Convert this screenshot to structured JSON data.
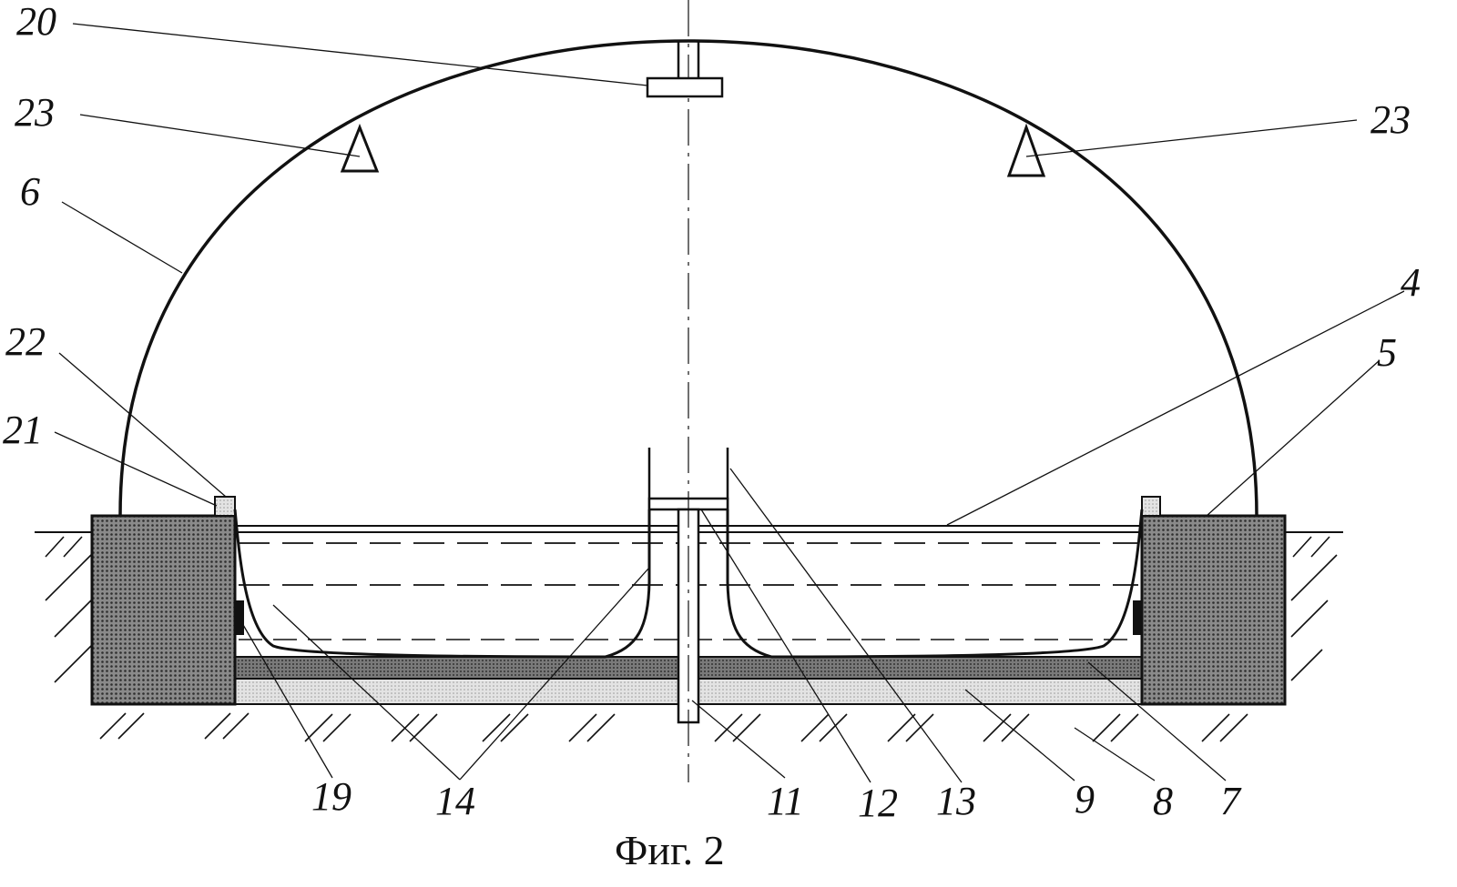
{
  "figure": {
    "caption": "Фиг. 2",
    "labels": [
      {
        "id": "20",
        "text": "20"
      },
      {
        "id": "23-left",
        "text": "23"
      },
      {
        "id": "23-right",
        "text": "23"
      },
      {
        "id": "6",
        "text": "6"
      },
      {
        "id": "4",
        "text": "4"
      },
      {
        "id": "22",
        "text": "22"
      },
      {
        "id": "21",
        "text": "21"
      },
      {
        "id": "5",
        "text": "5"
      },
      {
        "id": "19",
        "text": "19"
      },
      {
        "id": "14",
        "text": "14"
      },
      {
        "id": "11",
        "text": "11"
      },
      {
        "id": "12",
        "text": "12"
      },
      {
        "id": "13",
        "text": "13"
      },
      {
        "id": "9",
        "text": "9"
      },
      {
        "id": "8",
        "text": "8"
      },
      {
        "id": "7",
        "text": "7"
      }
    ]
  },
  "colors": {
    "ink": "#111111",
    "wall_fill": "#6e6e6e",
    "layer_dark": "#5e5e5e",
    "layer_light": "#cfcfcf",
    "background": "#ffffff"
  }
}
